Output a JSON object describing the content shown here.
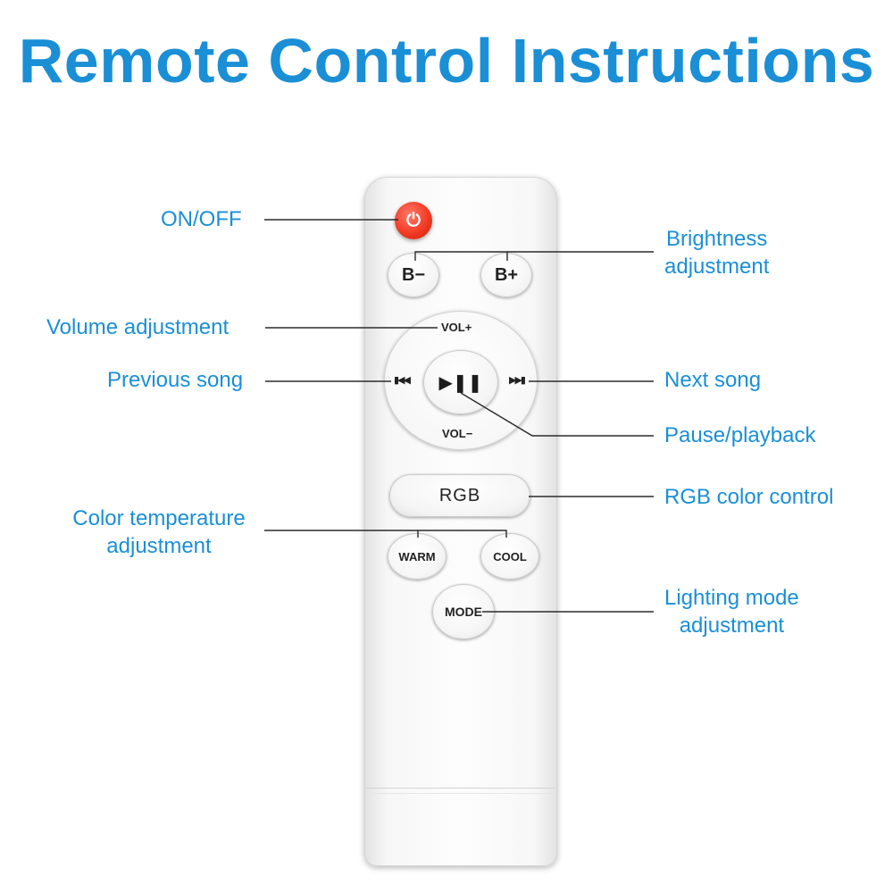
{
  "title": "Remote Control Instructions",
  "colors": {
    "title": "#1a8fd6",
    "label": "#1a8fd6",
    "power_button": "#f23b24"
  },
  "remote": {
    "power_icon": "power-icon",
    "buttons": {
      "brightness_down": "B−",
      "brightness_up": "B+",
      "vol_up": "VOL+",
      "vol_down": "VOL−",
      "rgb": "RGB",
      "warm": "WARM",
      "cool": "COOL",
      "mode": "MODE"
    },
    "icons": {
      "previous": "previous-track-icon",
      "next": "next-track-icon",
      "play_pause": "play-pause-icon"
    }
  },
  "labels": {
    "on_off": "ON/OFF",
    "brightness": [
      "Brightness",
      "adjustment"
    ],
    "volume": "Volume adjustment",
    "previous": "Previous song",
    "next": "Next song",
    "pause": "Pause/playback",
    "rgb": "RGB color control",
    "color_temp": [
      "Color temperature",
      "adjustment"
    ],
    "lighting_mode": [
      "Lighting mode",
      "adjustment"
    ]
  }
}
